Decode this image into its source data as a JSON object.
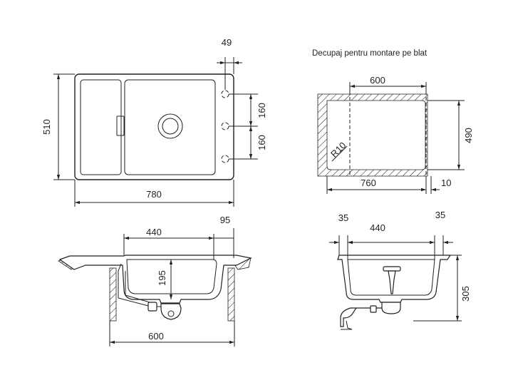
{
  "caption": "Decupaj pentru montare pe blat",
  "views": {
    "top": {
      "width_label": "780",
      "depth_label": "510",
      "hole_offset_label": "49",
      "hole_spacing_top_label": "160",
      "hole_spacing_bottom_label": "160"
    },
    "cutout": {
      "width_label": "600",
      "outer_width_label": "760",
      "depth_label": "490",
      "radius_label": "R10",
      "margin_label": "10"
    },
    "side": {
      "bowl_width_label": "440",
      "right_offset_label": "95",
      "bowl_depth_label": "195",
      "cabinet_label": "600"
    },
    "front": {
      "left_margin_label": "35",
      "bowl_width_label": "440",
      "right_margin_label": "35",
      "height_label": "305"
    }
  },
  "colors": {
    "line": "#231f20",
    "background": "#ffffff"
  }
}
